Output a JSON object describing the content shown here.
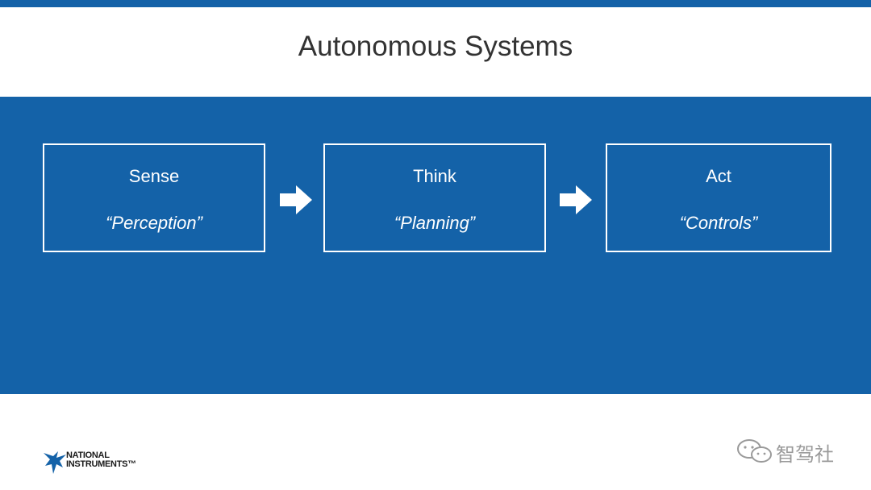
{
  "slide": {
    "title": "Autonomous Systems"
  },
  "flow": [
    {
      "label": "Sense",
      "subtitle": "“Perception”"
    },
    {
      "label": "Think",
      "subtitle": "“Planning”"
    },
    {
      "label": "Act",
      "subtitle": "“Controls”"
    }
  ],
  "logo": {
    "line1": "NATIONAL",
    "line2": "INSTRUMENTS™",
    "icon": "ni-eagle-icon"
  },
  "watermark": {
    "text": "智驾社",
    "icon": "wechat-icon"
  },
  "colors": {
    "brand_blue": "#1462a8",
    "box_border": "#ffffff",
    "title_text": "#333333",
    "watermark_gray": "#9a9a9a"
  }
}
